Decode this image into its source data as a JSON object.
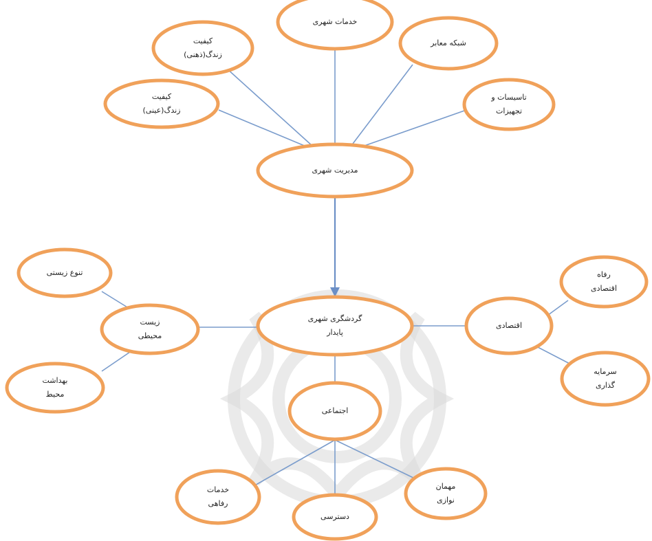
{
  "colors": {
    "node_stroke": "#f0a15a",
    "edge": "#7a9ccc",
    "watermark": "#d9d9d9"
  },
  "nodes": [
    {
      "id": "khadamat-shahri",
      "lines": [
        "خدمات شهری"
      ]
    },
    {
      "id": "keyfiyat-zehni",
      "lines": [
        "کیفیت",
        "زندگ(ذهنی)"
      ]
    },
    {
      "id": "shabake-maaber",
      "lines": [
        "شبکه معابر"
      ]
    },
    {
      "id": "keyfiyat-eyni",
      "lines": [
        "کیفیت",
        "زندگ(عینی)"
      ]
    },
    {
      "id": "tasisat",
      "lines": [
        "تاسیسات و",
        "تجهیزات"
      ]
    },
    {
      "id": "modiriyat-shahri",
      "lines": [
        "مدیریت شهری"
      ]
    },
    {
      "id": "tanavo-zisti",
      "lines": [
        "تنوع زیستی"
      ]
    },
    {
      "id": "refah-eghtesadi",
      "lines": [
        "رفاه",
        "اقتصادی"
      ]
    },
    {
      "id": "zist-mohiti",
      "lines": [
        "زیست",
        "محیطی"
      ]
    },
    {
      "id": "gardeshgari",
      "lines": [
        "گردشگری شهری",
        "پایدار"
      ]
    },
    {
      "id": "eghtesadi",
      "lines": [
        "اقتصادی"
      ]
    },
    {
      "id": "behdasht-mohit",
      "lines": [
        "بهداشت",
        "محیط"
      ]
    },
    {
      "id": "sarmaye-gozari",
      "lines": [
        "سرمایه",
        "گذاری"
      ]
    },
    {
      "id": "ejtemaei",
      "lines": [
        "اجتماعی"
      ]
    },
    {
      "id": "khadamat-refahi",
      "lines": [
        "خدمات",
        "رفاهی"
      ]
    },
    {
      "id": "mehman-navazi",
      "lines": [
        "مهمان",
        "نوازی"
      ]
    },
    {
      "id": "dastresi",
      "lines": [
        "دسترسی"
      ]
    }
  ]
}
